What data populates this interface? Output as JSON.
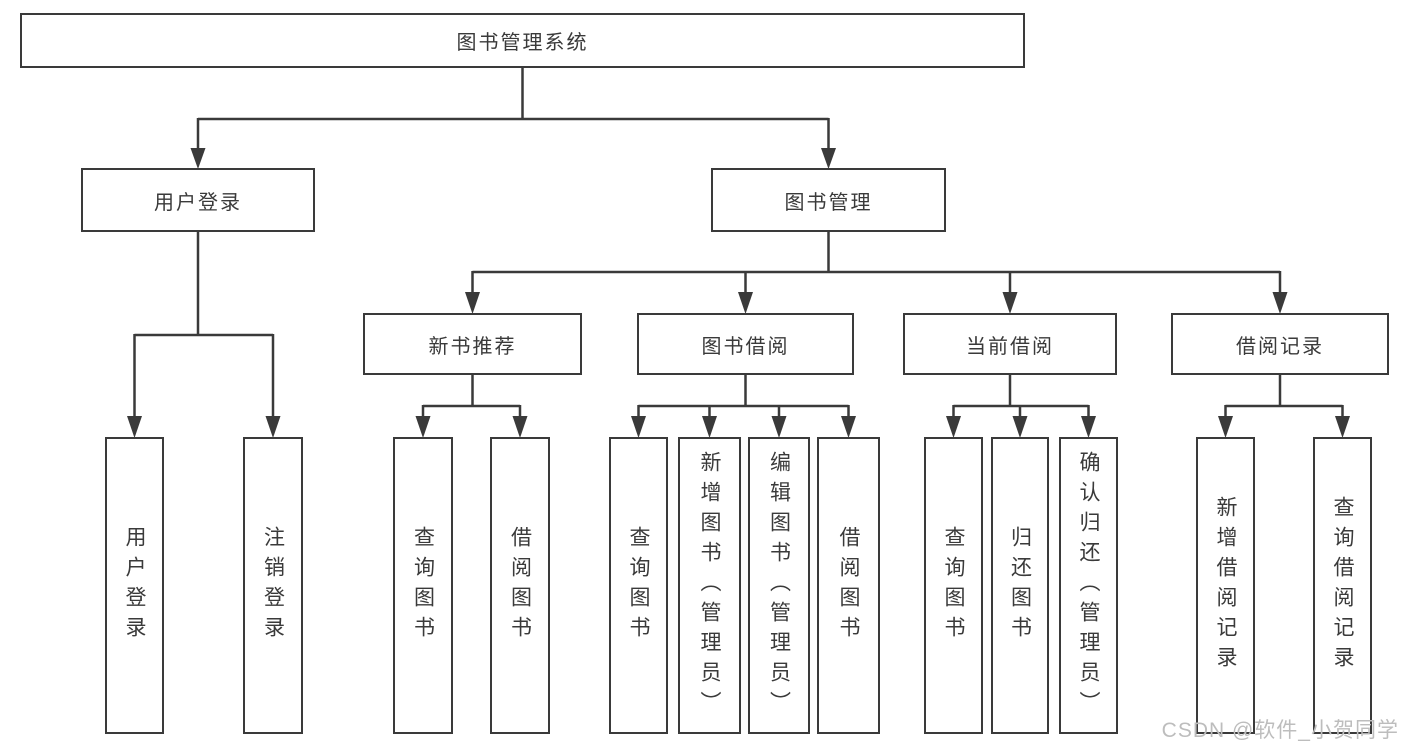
{
  "tree": {
    "label": "图书管理系统",
    "children": [
      {
        "label": "用户登录",
        "children": [
          {
            "label": "用户登录"
          },
          {
            "label": "注销登录"
          }
        ]
      },
      {
        "label": "图书管理",
        "children": [
          {
            "label": "新书推荐",
            "children": [
              {
                "label": "查询图书"
              },
              {
                "label": "借阅图书"
              }
            ]
          },
          {
            "label": "图书借阅",
            "children": [
              {
                "label": "查询图书"
              },
              {
                "label": "新增图书（管理员）"
              },
              {
                "label": "编辑图书（管理员）"
              },
              {
                "label": "借阅图书"
              }
            ]
          },
          {
            "label": "当前借阅",
            "children": [
              {
                "label": "查询图书"
              },
              {
                "label": "归还图书"
              },
              {
                "label": "确认归还（管理员）"
              }
            ]
          },
          {
            "label": "借阅记录",
            "children": [
              {
                "label": "新增借阅记录"
              },
              {
                "label": "查询借阅记录"
              }
            ]
          }
        ]
      }
    ]
  },
  "colors": {
    "line": "#3a3a3a",
    "text": "#3a3a3a",
    "watermark": "#bdbdbd",
    "background": "#ffffff"
  },
  "watermark": "CSDN @软件_小贺同学"
}
